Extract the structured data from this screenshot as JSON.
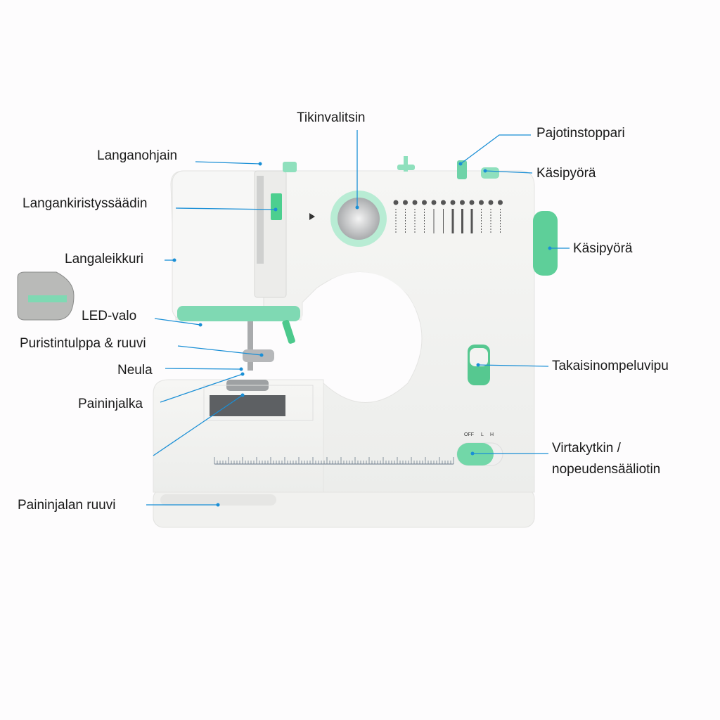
{
  "labels": {
    "stitch_selector": "Tikinvalitsin",
    "bobbin_stopper": "Pajotinstoppari",
    "handwheel_top": "Käsipyörä",
    "handwheel_side": "Käsipyörä",
    "reverse_lever": "Takaisinompeluvipu",
    "power_switch_line1": "Virtakytkin /",
    "power_switch_line2": "nopeudensääliotin",
    "thread_guide": "Langanohjain",
    "tension_dial": "Langankiristyssäädin",
    "thread_cutter": "Langaleikkuri",
    "led_light": "LED-valo",
    "needle_clamp": "Puristintulppa & ruuvi",
    "needle": "Neula",
    "presser_foot": "Paininjalka",
    "presser_foot_screw": "Paininjalan ruuvi"
  },
  "switch_positions": [
    "OFF",
    "L",
    "H"
  ],
  "colors": {
    "accent": "#6fd3a8",
    "leader": "#1a8fd6",
    "body": "#f3f3f1"
  }
}
